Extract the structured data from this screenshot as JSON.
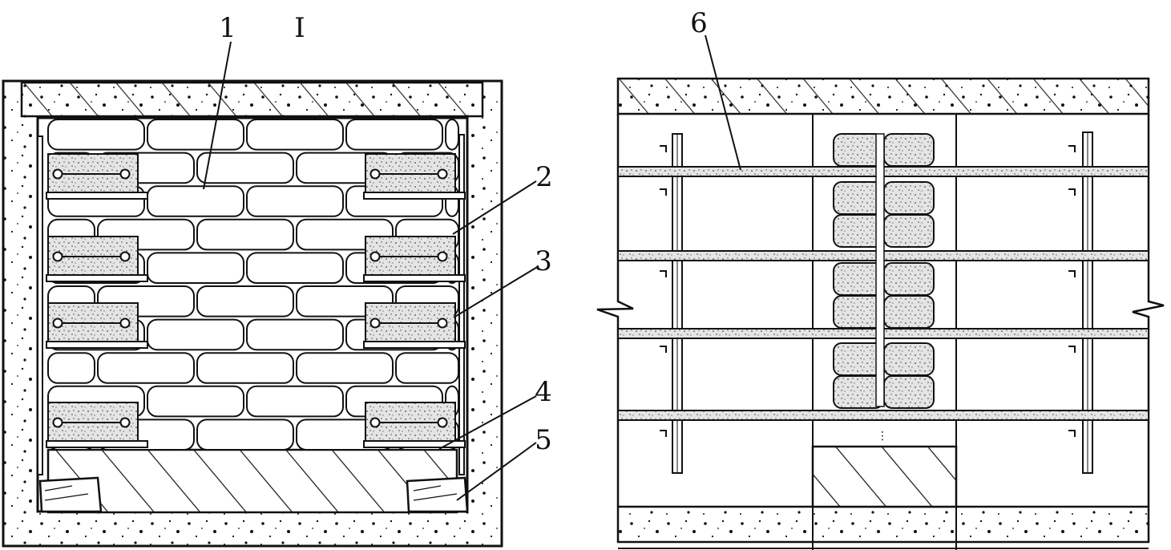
{
  "labels": {
    "l1": "1",
    "l2": "2",
    "l3": "3",
    "l4": "4",
    "l5": "5",
    "l6": "6",
    "section_mark": "I"
  },
  "colors": {
    "ink": "#111111",
    "concrete_fill": "#e4e4e4",
    "background": "#ffffff"
  }
}
